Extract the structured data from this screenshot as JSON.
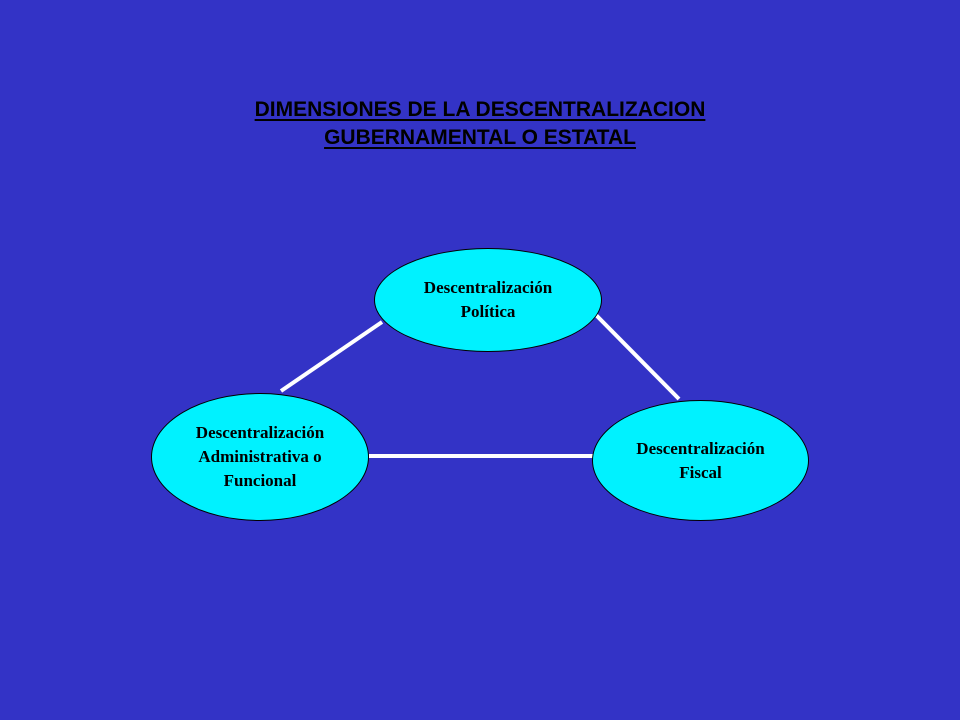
{
  "slide": {
    "background_color": "#3333c6",
    "title_lines": [
      "DIMENSIONES DE LA DESCENTRALIZACION",
      "GUBERNAMENTAL O ESTATAL"
    ]
  },
  "diagram": {
    "node_fill": "#00f2ff",
    "connector_color": "#ffffff",
    "nodes": {
      "politica": {
        "lines": [
          "Descentralización",
          "Política"
        ]
      },
      "administrativa": {
        "lines": [
          "Descentralización",
          "Administrativa o",
          "Funcional"
        ]
      },
      "fiscal": {
        "lines": [
          "Descentralización",
          "Fiscal"
        ]
      }
    }
  }
}
